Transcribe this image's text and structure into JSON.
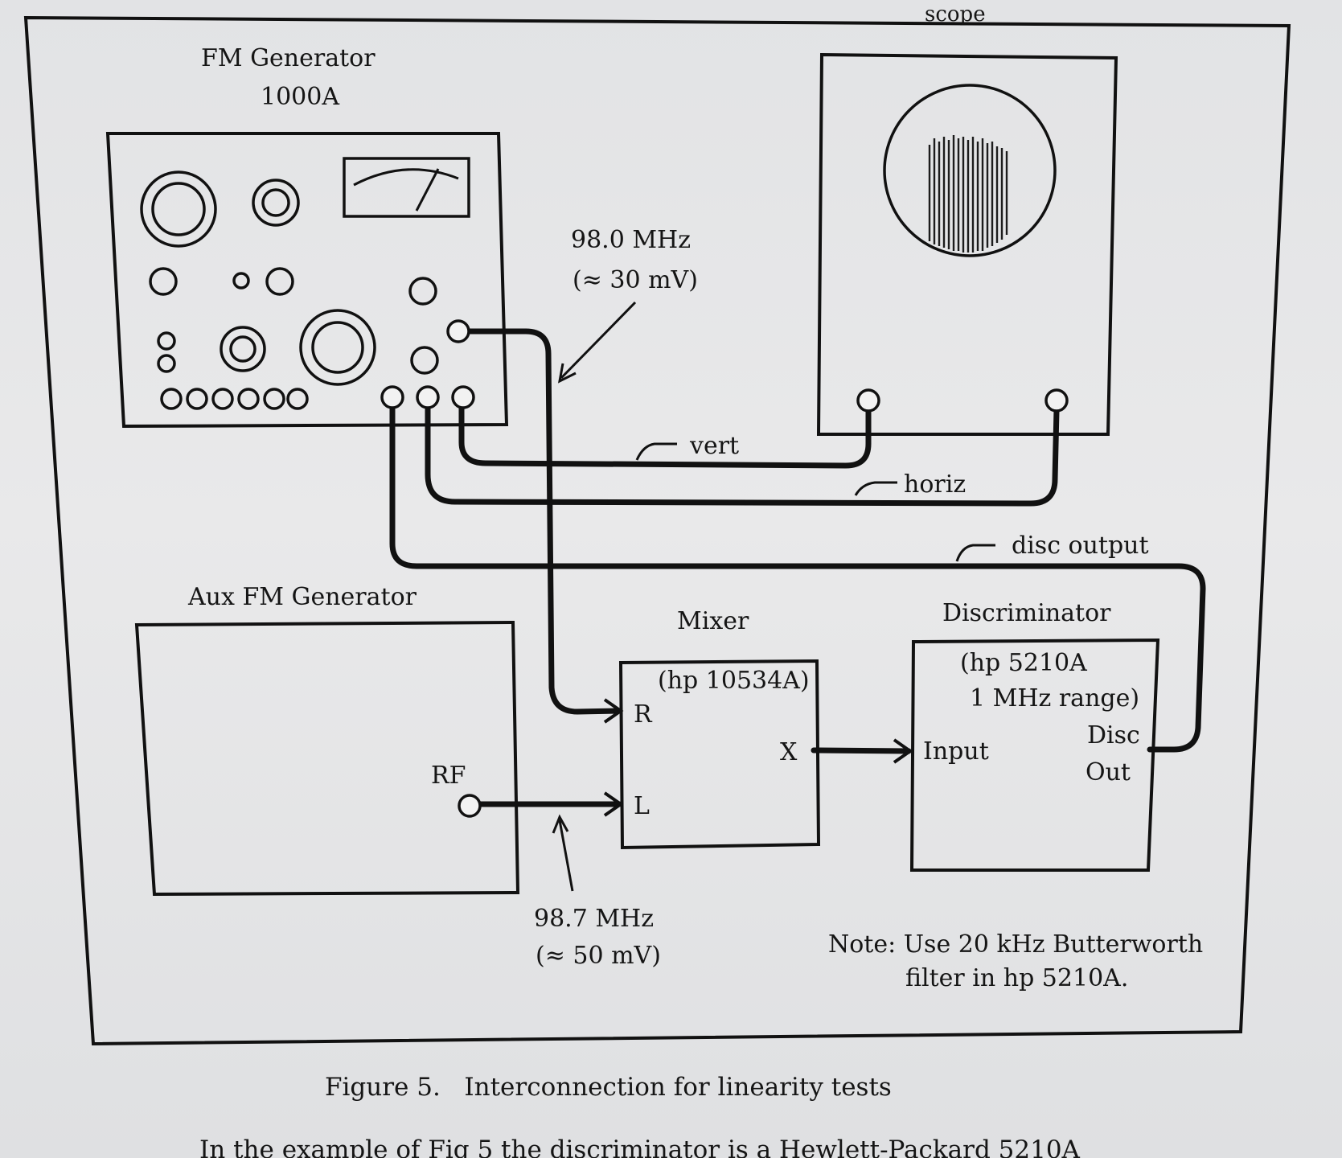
{
  "figure": {
    "scope_header_fragment": "scope",
    "fm_generator": {
      "title": "FM Generator",
      "model": "1000A"
    },
    "signal_r": {
      "freq": "98.0 MHz",
      "level": "(≈ 30 mV)"
    },
    "signal_l": {
      "freq": "98.7 MHz",
      "level": "(≈ 50 mV)"
    },
    "cable_labels": {
      "vert": "vert",
      "horiz": "horiz",
      "disc_output": "disc output"
    },
    "aux_generator": {
      "title": "Aux FM Generator",
      "port_rf": "RF"
    },
    "mixer": {
      "title": "Mixer",
      "model": "(hp 10534A)",
      "port_r": "R",
      "port_l": "L",
      "port_x": "X"
    },
    "discriminator": {
      "title": "Discriminator",
      "model_line1": "(hp 5210A",
      "model_line2": "1 MHz range)",
      "port_input": "Input",
      "port_disc": "Disc",
      "port_out": "Out"
    },
    "note": {
      "line1": "Note: Use 20 kHz Butterworth",
      "line2": "filter in hp 5210A."
    }
  },
  "caption": "Figure 5.   Interconnection for linearity tests",
  "body_text": "In the example of Fig 5 the discriminator is a Hewlett-Packard 5210A"
}
